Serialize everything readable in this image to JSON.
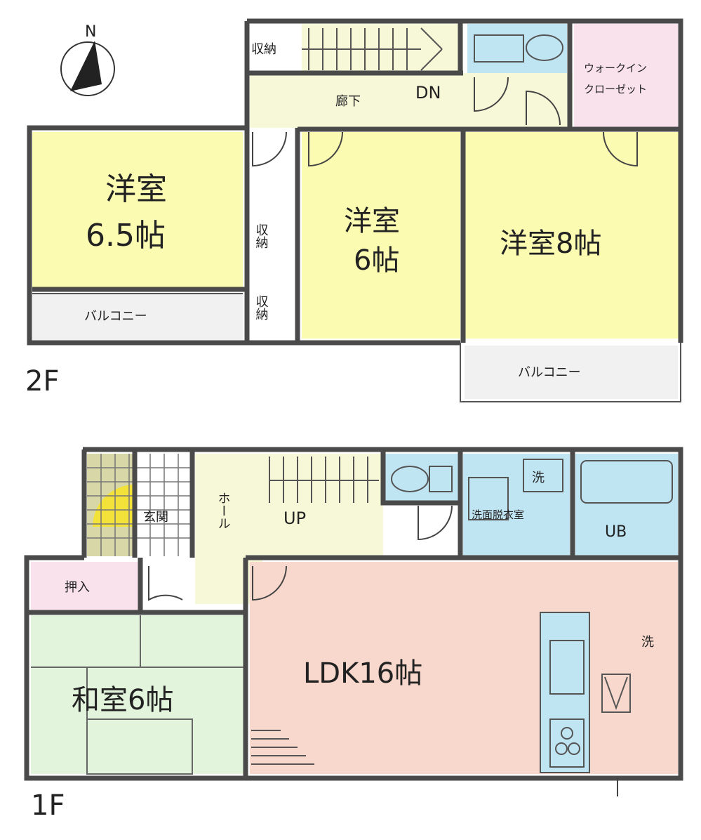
{
  "compass": {
    "north_label": "N"
  },
  "floor2": {
    "label": "2F",
    "rooms": {
      "storage_top": "収納",
      "corridor": "廊下",
      "stairs": "DN",
      "walk_in_closet_line1": "ウォークイン",
      "walk_in_closet_line2": "クローゼット",
      "western1_line1": "洋室",
      "western1_line2": "6.5帖",
      "western2_line1": "洋室",
      "western2_line2": "6帖",
      "western3": "洋室8帖",
      "storage_a": "収納",
      "storage_b": "収納",
      "balcony_left": "バルコニー",
      "balcony_right": "バルコニー"
    }
  },
  "floor1": {
    "label": "1F",
    "rooms": {
      "entrance": "玄関",
      "hall": "ホール",
      "stairs": "UP",
      "washroom": "洗面脱衣室",
      "wash_mark": "洗",
      "unit_bath": "UB",
      "closet": "押入",
      "japanese": "和室6帖",
      "ldk": "LDK16帖",
      "washer_mark": "洗"
    }
  },
  "colors": {
    "western_room": "#fbfbb2",
    "corridor": "#f7f8d8",
    "wet_area": "#bfe4f2",
    "closet_pink": "#f9e2ec",
    "ldk": "#f8d8cc",
    "japanese": "#e2f4dc",
    "balcony": "#f1f1f1",
    "entrance_tile": "#d7d7a8",
    "wall": "#4a4a4a"
  }
}
